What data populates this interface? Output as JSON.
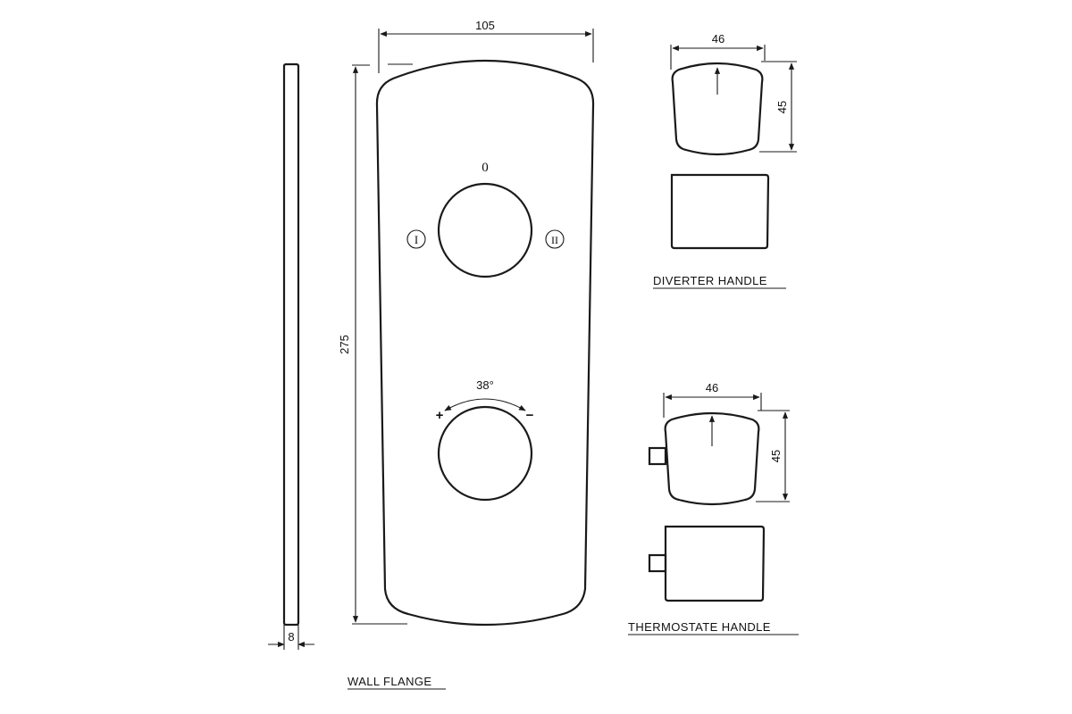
{
  "panel": {
    "width_label": "105",
    "height_label": "275",
    "diverter_center_label": "0",
    "diverter_left_label": "I",
    "diverter_right_label": "II",
    "rotation_label": "38°",
    "plus_label": "+",
    "minus_label": "−"
  },
  "wall_flange": {
    "thickness_label": "8",
    "caption": "WALL FLANGE"
  },
  "diverter_handle": {
    "width_label": "46",
    "height_label": "45",
    "caption": "DIVERTER HANDLE"
  },
  "thermostate_handle": {
    "width_label": "46",
    "height_label": "45",
    "caption": "THERMOSTATE  HANDLE"
  }
}
